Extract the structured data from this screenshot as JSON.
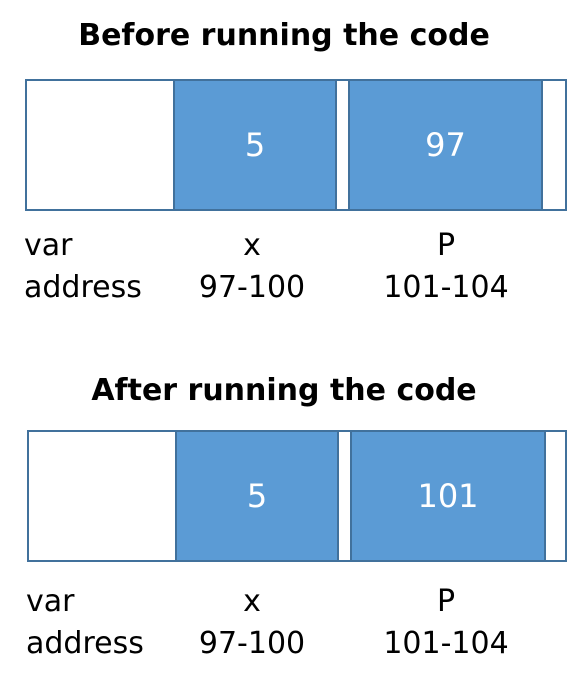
{
  "before": {
    "title": "Before running the code",
    "cells": {
      "x_value": "5",
      "p_value": "97"
    },
    "labels": {
      "var_label": "var",
      "address_label": "address",
      "x_name": "x",
      "p_name": "P",
      "x_address": "97-100",
      "p_address": "101-104"
    }
  },
  "after": {
    "title": "After running the code",
    "cells": {
      "x_value": "5",
      "p_value": "101"
    },
    "labels": {
      "var_label": "var",
      "address_label": "address",
      "x_name": "x",
      "p_name": "P",
      "x_address": "97-100",
      "p_address": "101-104"
    }
  },
  "colors": {
    "cell_fill": "#5b9bd5",
    "cell_border": "#41719c",
    "cell_text": "#ffffff"
  }
}
